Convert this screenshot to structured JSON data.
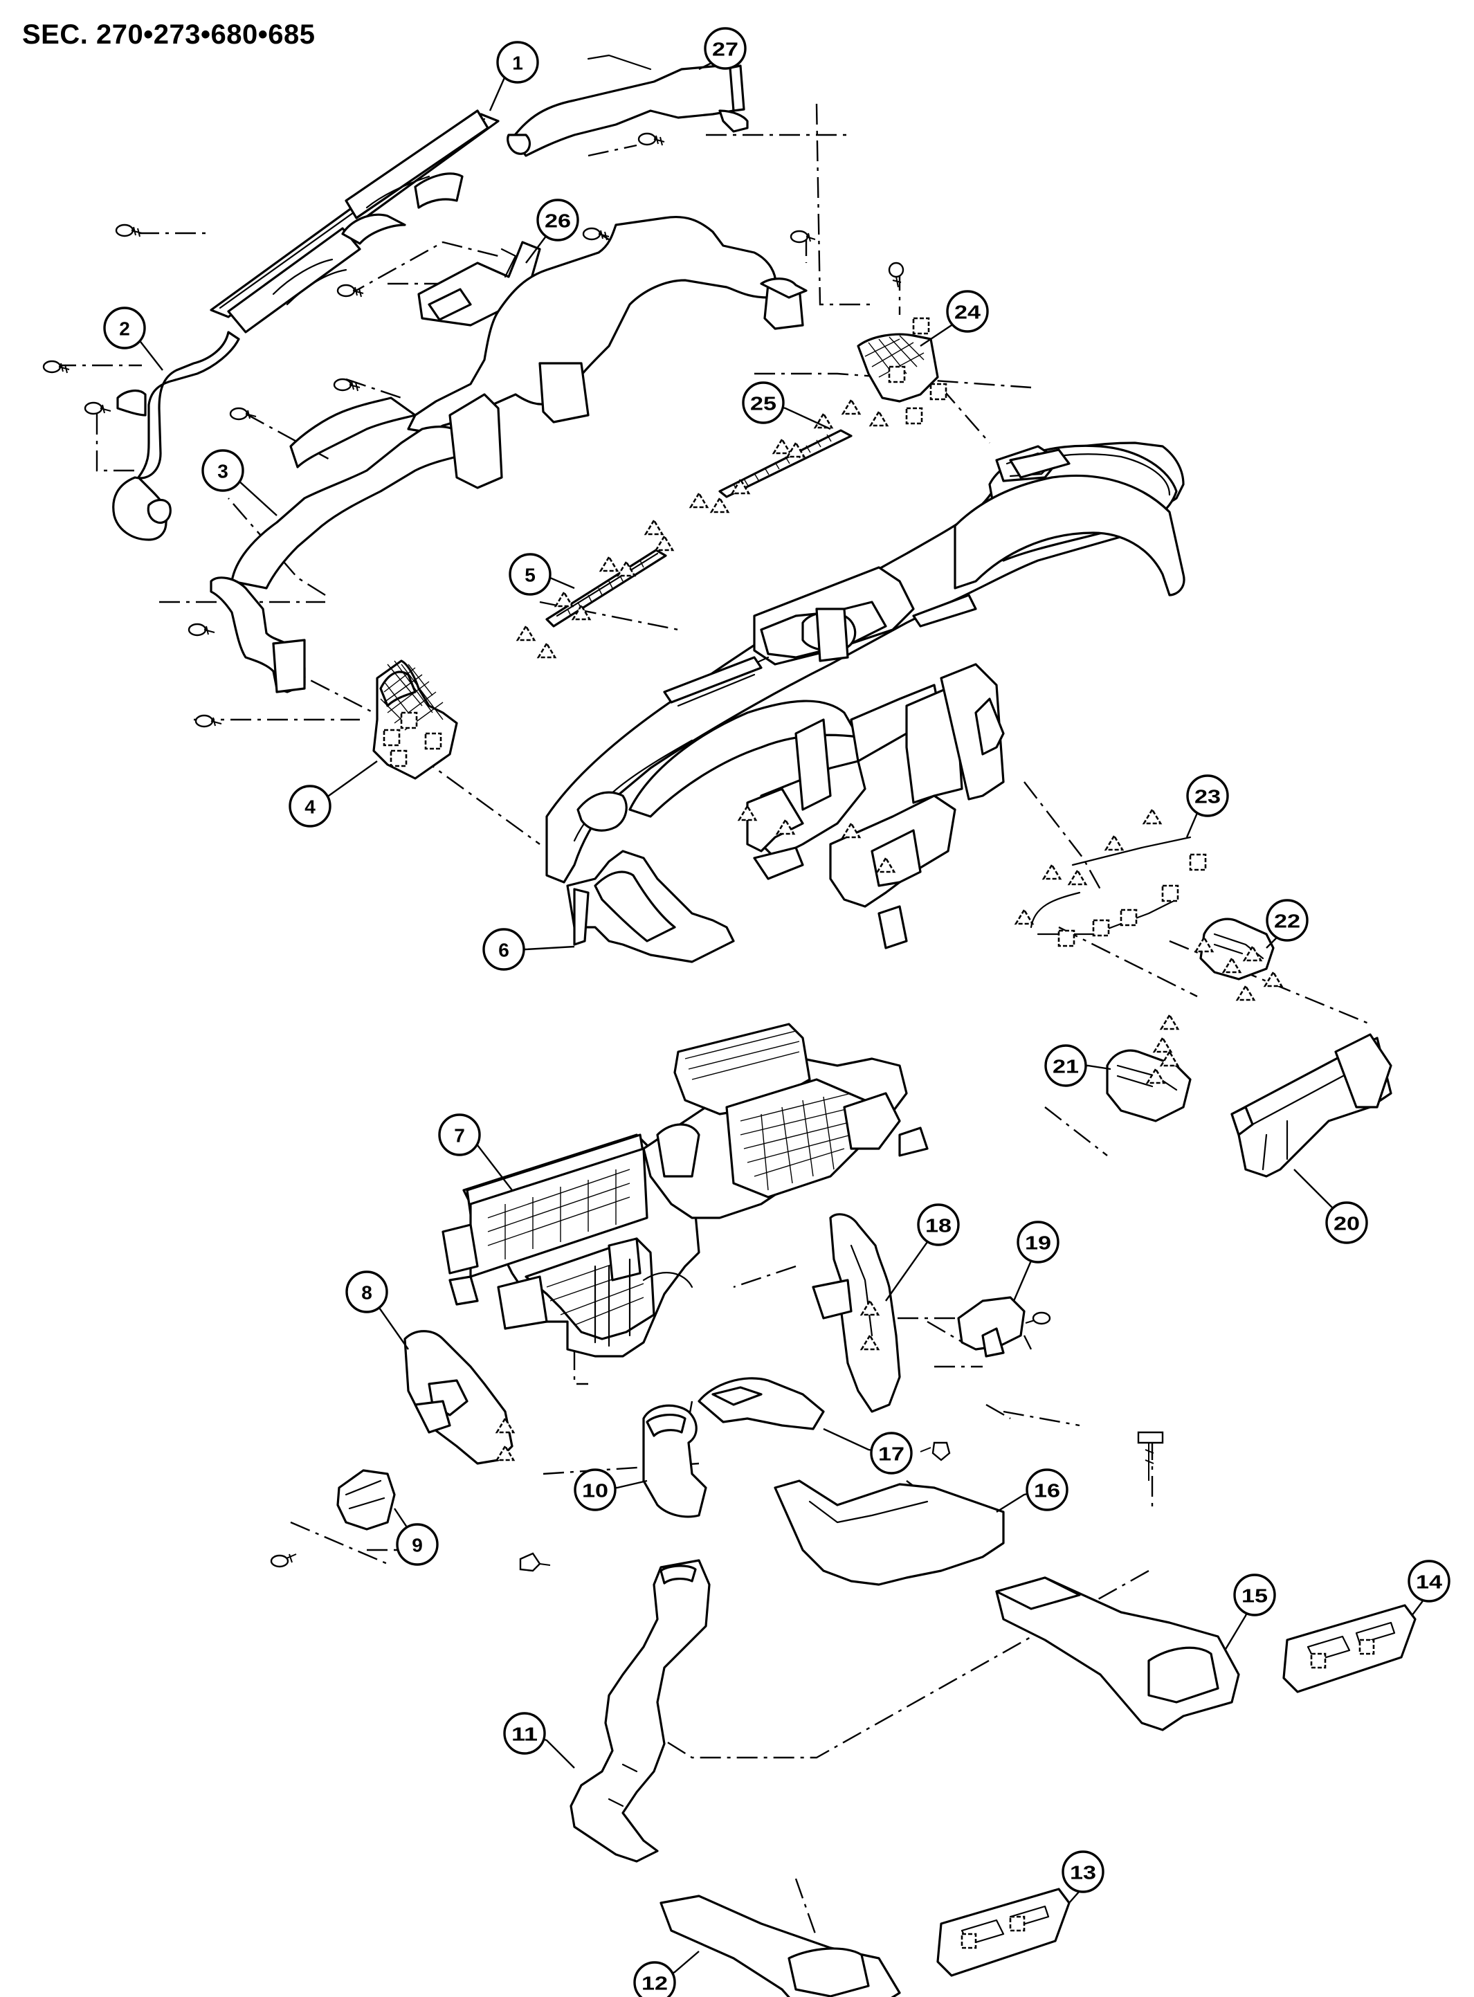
{
  "section_title": "SEC. 270•273•680•685",
  "callouts": [
    {
      "id": "1",
      "label": "1"
    },
    {
      "id": "2",
      "label": "2"
    },
    {
      "id": "3",
      "label": "3"
    },
    {
      "id": "4",
      "label": "4"
    },
    {
      "id": "5",
      "label": "5"
    },
    {
      "id": "6",
      "label": "6"
    },
    {
      "id": "7",
      "label": "7"
    },
    {
      "id": "8",
      "label": "8"
    },
    {
      "id": "9",
      "label": "9"
    },
    {
      "id": "10",
      "label": "10"
    },
    {
      "id": "11",
      "label": "11"
    },
    {
      "id": "12",
      "label": "12"
    },
    {
      "id": "13",
      "label": "13"
    },
    {
      "id": "14",
      "label": "14"
    },
    {
      "id": "15",
      "label": "15"
    },
    {
      "id": "16",
      "label": "16"
    },
    {
      "id": "17",
      "label": "17"
    },
    {
      "id": "18",
      "label": "18"
    },
    {
      "id": "19",
      "label": "19"
    },
    {
      "id": "20",
      "label": "20"
    },
    {
      "id": "21",
      "label": "21"
    },
    {
      "id": "22",
      "label": "22"
    },
    {
      "id": "23",
      "label": "23"
    },
    {
      "id": "24",
      "label": "24"
    },
    {
      "id": "25",
      "label": "25"
    },
    {
      "id": "26",
      "label": "26"
    },
    {
      "id": "27",
      "label": "27"
    }
  ]
}
